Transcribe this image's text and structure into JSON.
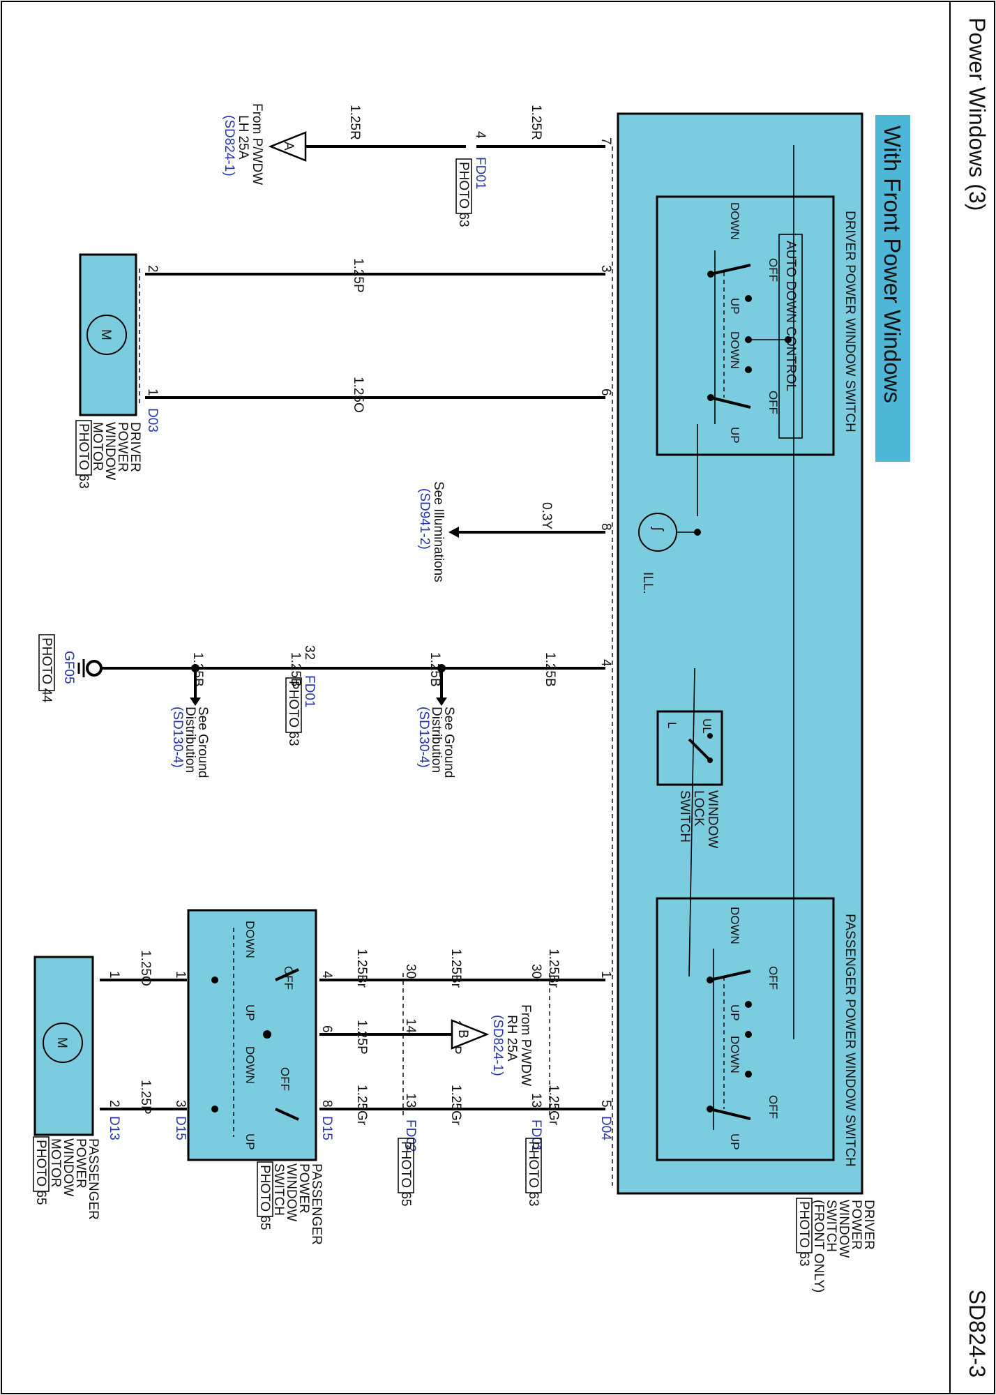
{
  "header": {
    "title": "Power Windows (3)",
    "page_code": "SD824-3"
  },
  "banner": {
    "text": "With Front Power Windows",
    "color": "#4eb6d6"
  },
  "colors": {
    "component_fill": "#7ccce0",
    "wire": "#000000",
    "ref_link": "#2233aa"
  },
  "driver_switch_assembly": {
    "name_lines": [
      "DRIVER",
      "POWER",
      "WINDOW",
      "SWITCH",
      "(FRONT ONLY)"
    ],
    "photo": "PHOTO 63",
    "connector": "D04",
    "pins": {
      "p7": "7",
      "p3": "3",
      "p6": "6",
      "p8": "8",
      "p4": "4",
      "p1": "1",
      "p5": "5"
    }
  },
  "driver_window_switch": {
    "title": "DRIVER POWER WINDOW SWITCH",
    "auto_down": "AUTO DOWN CONTROL",
    "off": "OFF",
    "up": "UP",
    "down": "DOWN"
  },
  "passenger_window_switch": {
    "title": "PASSENGER POWER WINDOW SWITCH"
  },
  "illumination": {
    "label": "ILL.",
    "ref_text": "See Illuminations",
    "ref": "(SD941-2)"
  },
  "window_lock": {
    "name_lines": [
      "WINDOW",
      "LOCK",
      "SWITCH"
    ],
    "ul": "UL",
    "l": "L"
  },
  "source_a": {
    "letter": "A",
    "text_lines": [
      "From P/WDW",
      "LH 25A"
    ],
    "ref": "(SD824-1)"
  },
  "source_b": {
    "letter": "B",
    "text_lines": [
      "From P/WDW",
      "RH 25A"
    ],
    "ref": "(SD824-1)"
  },
  "wires": {
    "w_125r": "1.25R",
    "w_125p": "1.25P",
    "w_125o": "1.25O",
    "w_03y": "0.3Y",
    "w_125b": "1.25B",
    "w_125br": "1.25Br",
    "w_125gr": "1.25Gr"
  },
  "fd01": {
    "code": "FD01",
    "photo": "PHOTO 63",
    "pins": {
      "p4": "4",
      "p32": "32",
      "p30": "30",
      "p13": "13"
    }
  },
  "fd02": {
    "code": "FD02",
    "photo": "PHOTO 65",
    "pins": {
      "p30": "30",
      "p14": "14",
      "p13": "13"
    }
  },
  "driver_motor": {
    "connector": "D03",
    "name_lines": [
      "DRIVER",
      "POWER",
      "WINDOW",
      "MOTOR"
    ],
    "photo": "PHOTO 63",
    "symbol": "M",
    "pins": {
      "p2": "2",
      "p1": "1"
    }
  },
  "ground": {
    "code": "GF05",
    "photo": "PHOTO 44",
    "ref_text_lines": [
      "See Ground",
      "Distribution"
    ],
    "ref": "(SD130-4)"
  },
  "passenger_switch_remote": {
    "connector": "D15",
    "name_lines": [
      "PASSENGER",
      "POWER",
      "WINDOW",
      "SWITCH"
    ],
    "photo": "PHOTO 65",
    "pins": {
      "p4": "4",
      "p6": "6",
      "p8": "8",
      "p1": "1",
      "p3": "3"
    }
  },
  "passenger_motor": {
    "connector": "D13",
    "name_lines": [
      "PASSENGER",
      "POWER",
      "WINDOW",
      "MOTOR"
    ],
    "photo": "PHOTO 65",
    "symbol": "M",
    "pins": {
      "p1": "1",
      "p2": "2"
    }
  }
}
